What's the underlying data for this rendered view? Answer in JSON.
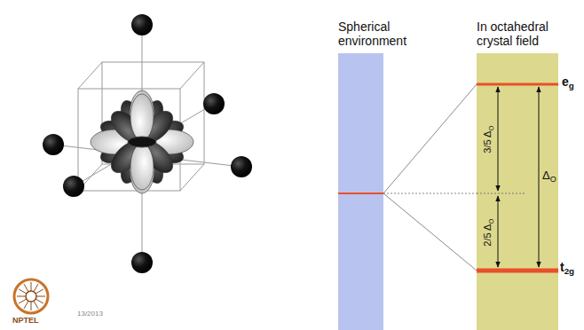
{
  "diagram": {
    "nodes": [
      {
        "text": [
          "Spherical environment"
        ]
      },
      {
        "text": [
          "In octahedral crystal field"
        ]
      }
    ],
    "edges": [
      {
        "from": 0,
        "to": 1,
        "arrow": "none"
      },
      {
        "from": 0,
        "to": 1,
        "arrow": "none"
      }
    ],
    "labels": [
      "eg",
      "t2g",
      "3/5 ΔO",
      "2/5 ΔO",
      "ΔO",
      "NPTEL",
      "13/2013"
    ]
  }
}
